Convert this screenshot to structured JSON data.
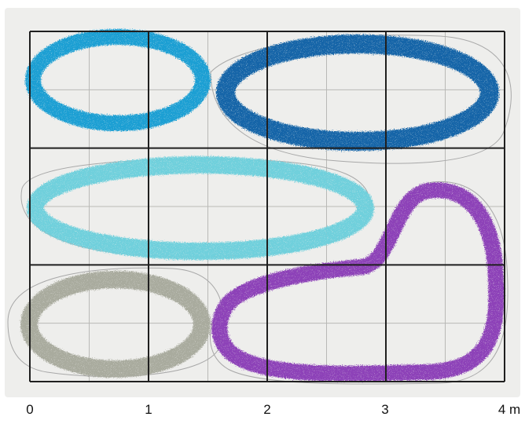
{
  "grid": {
    "columns": 4,
    "rows": 3,
    "subdivisions": 2
  },
  "axis": {
    "tick_labels": [
      "0",
      "1",
      "2",
      "3",
      "4 m"
    ]
  },
  "colors": {
    "paper": "#eeeeec",
    "major_grid": "#1f1f1f",
    "minor_grid": "#b9b9b6",
    "pencil": "#a8a8a8"
  },
  "shapes": [
    {
      "id": "light-blue-loop",
      "color": "#1e9fd3"
    },
    {
      "id": "dark-blue-loop",
      "color": "#1565a8"
    },
    {
      "id": "cyan-loop",
      "color": "#6fd0dc"
    },
    {
      "id": "grey-loop",
      "color": "#a9ab9e"
    },
    {
      "id": "purple-loop",
      "color": "#8d43b8"
    }
  ]
}
